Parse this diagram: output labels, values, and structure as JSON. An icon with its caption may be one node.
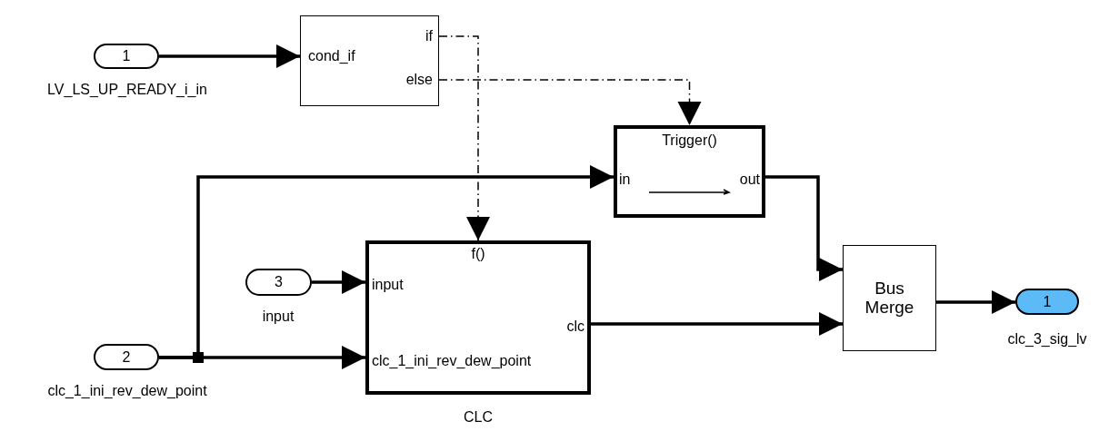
{
  "diagram": {
    "nodes": [
      {
        "text": [
          "1"
        ],
        "beside": [
          "LV_LS_UP_READY_i_in"
        ]
      },
      {
        "text": [
          "cond_if",
          "if",
          "else"
        ]
      },
      {
        "text": [
          "Trigger()",
          "in",
          "out"
        ]
      },
      {
        "text": [
          "f()",
          "input",
          "clc",
          "clc_1_ini_rev_dew_point"
        ],
        "beside": [
          "CLC"
        ]
      },
      {
        "text": [
          "3"
        ],
        "beside": [
          "input"
        ]
      },
      {
        "text": [
          "2"
        ],
        "beside": [
          "clc_1_ini_rev_dew_point"
        ]
      },
      {
        "text": [
          "Bus Merge"
        ]
      },
      {
        "text": [
          "1"
        ],
        "beside": [
          "clc_3_sig_lv"
        ]
      }
    ],
    "edges": [
      {
        "from": 0,
        "to": 1,
        "arrow": "to"
      },
      {
        "from": 1,
        "to": 3,
        "arrow": "to",
        "style": "dashed"
      },
      {
        "from": 1,
        "to": 2,
        "arrow": "to",
        "style": "dashed"
      },
      {
        "from": 5,
        "to": 2,
        "arrow": "to"
      },
      {
        "from": 4,
        "to": 3,
        "arrow": "to"
      },
      {
        "from": 5,
        "to": 3,
        "arrow": "to"
      },
      {
        "from": 2,
        "to": 6,
        "arrow": "to"
      },
      {
        "from": 3,
        "to": 6,
        "arrow": "to"
      },
      {
        "from": 6,
        "to": 7,
        "arrow": "to"
      }
    ]
  }
}
